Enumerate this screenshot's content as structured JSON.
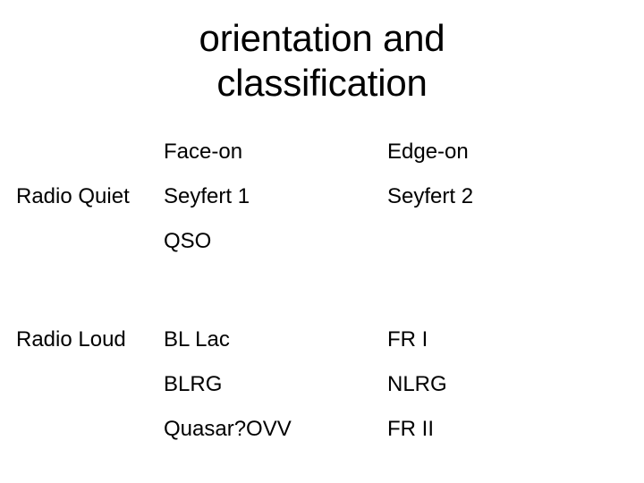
{
  "slide": {
    "title_lines": [
      "orientation and",
      "classification"
    ],
    "background_color": "#ffffff",
    "text_color": "#000000"
  },
  "table": {
    "columns": [
      {
        "key": "label",
        "header": ""
      },
      {
        "key": "faceon",
        "header": "Face-on"
      },
      {
        "key": "edgeon",
        "header": "Edge-on"
      }
    ],
    "header_row": {
      "label": "",
      "faceon": "Face-on",
      "edgeon": "Edge-on"
    },
    "rows": [
      {
        "label": "Radio Quiet",
        "faceon": "Seyfert 1",
        "edgeon": "Seyfert 2"
      },
      {
        "label": "",
        "faceon": "QSO",
        "edgeon": ""
      },
      {
        "label": "",
        "faceon": "",
        "edgeon": ""
      },
      {
        "label": "Radio Loud",
        "faceon": "BL Lac",
        "edgeon": "FR I"
      },
      {
        "label": "",
        "faceon": "BLRG",
        "edgeon": "NLRG"
      },
      {
        "label": "",
        "faceon": "Quasar?OVV",
        "edgeon": "FR II"
      }
    ]
  }
}
